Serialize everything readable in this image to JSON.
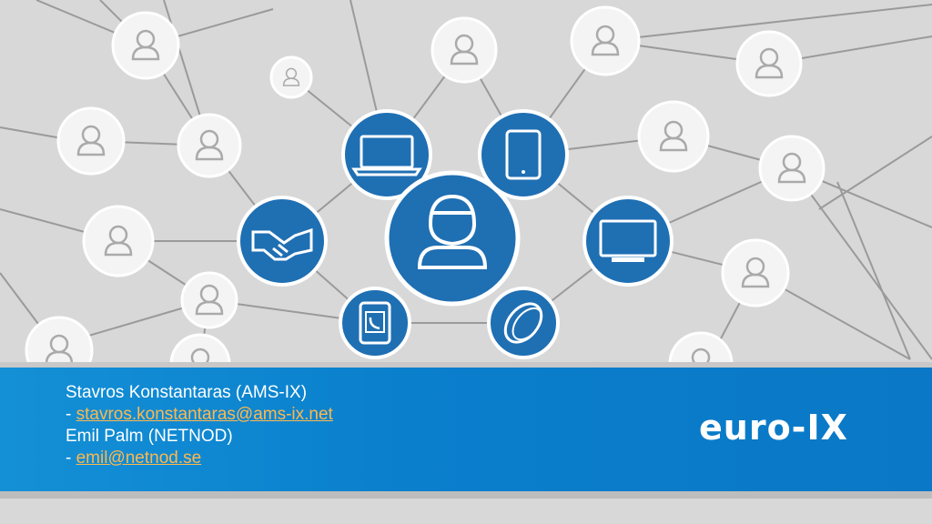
{
  "colors": {
    "background": "#d8d8d8",
    "node_blue": "#1f6fb3",
    "node_white": "#ffffff",
    "line_gray": "#9a9a9a",
    "bar_blue": "#0a7fcc",
    "link_orange": "#ffb84d"
  },
  "nodes": {
    "center_icon": "user-icon",
    "laptop_icon": "laptop-icon",
    "tablet_icon": "tablet-icon",
    "handshake_icon": "handshake-icon",
    "monitor_icon": "monitor-icon",
    "phone_icon": "smartwatch-phone-icon",
    "disc_icon": "disc-icon",
    "peer_icon": "user-icon"
  },
  "contacts": {
    "person1": "Stavros Konstantaras (AMS-IX)",
    "dash1": "- ",
    "email1": "stavros.konstantaras@ams-ix.net",
    "person2": "Emil Palm (NETNOD)",
    "dash2": "- ",
    "email2": "emil@netnod.se"
  },
  "logo": {
    "text": "euro-IX"
  }
}
